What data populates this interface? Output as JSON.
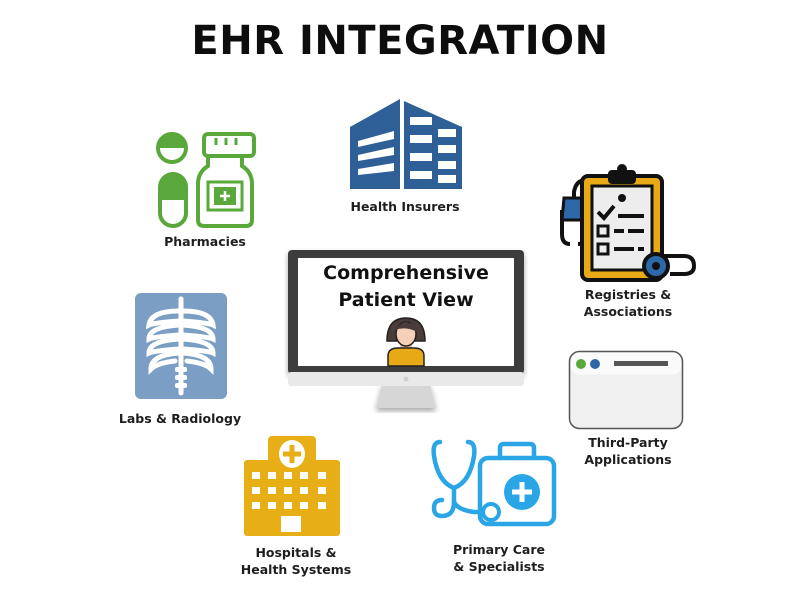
{
  "title": "EHR INTEGRATION",
  "center": {
    "line1": "Comprehensive",
    "line2": "Patient View",
    "icon": "computer-monitor-with-patient-icon"
  },
  "nodes": [
    {
      "id": "pharmacies",
      "label_line1": "Pharmacies",
      "label_line2": "",
      "icon": "medicine-bottle-pills-icon",
      "color": "#5aa83c"
    },
    {
      "id": "health-insurers",
      "label_line1": "Health Insurers",
      "label_line2": "",
      "icon": "office-building-icon",
      "color": "#2e5f96"
    },
    {
      "id": "registries",
      "label_line1": "Registries &",
      "label_line2": "Associations",
      "icon": "clipboard-checklist-stethoscope-icon",
      "color": "#e8a917"
    },
    {
      "id": "labs",
      "label_line1": "Labs & Radiology",
      "label_line2": "",
      "icon": "xray-ribcage-icon",
      "color": "#7b9ec4"
    },
    {
      "id": "third-party",
      "label_line1": "Third-Party",
      "label_line2": "Applications",
      "icon": "browser-window-icon",
      "color": "#f0f0f0"
    },
    {
      "id": "hospitals",
      "label_line1": "Hospitals &",
      "label_line2": "Health Systems",
      "icon": "hospital-building-icon",
      "color": "#e8ae16"
    },
    {
      "id": "primary-care",
      "label_line1": "Primary Care",
      "label_line2": "& Specialists",
      "icon": "stethoscope-medical-kit-icon",
      "color": "#2aa6e6"
    }
  ]
}
